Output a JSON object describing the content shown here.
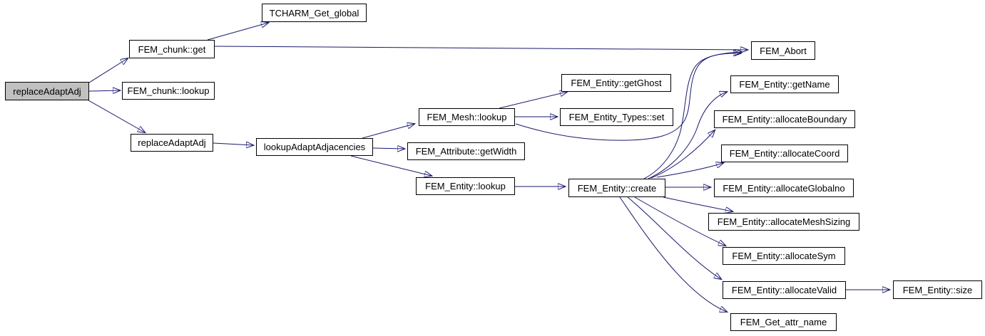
{
  "diagram": {
    "type": "call-graph",
    "root": "replaceAdaptAdj",
    "colors": {
      "background": "#ffffff",
      "edge": "#191970",
      "node_border": "#000000",
      "node_fill": "#ffffff",
      "root_node_fill": "#c0c0c0",
      "text": "#000000"
    },
    "nodes": [
      {
        "label": "replaceAdaptAdj"
      },
      {
        "label": "FEM_chunk::get"
      },
      {
        "label": "TCHARM_Get_global"
      },
      {
        "label": "FEM_chunk::lookup"
      },
      {
        "label": "replaceAdaptAdj"
      },
      {
        "label": "lookupAdaptAdjacencies"
      },
      {
        "label": "FEM_Mesh::lookup"
      },
      {
        "label": "FEM_Entity::getGhost"
      },
      {
        "label": "FEM_Entity_Types::set"
      },
      {
        "label": "FEM_Attribute::getWidth"
      },
      {
        "label": "FEM_Entity::lookup"
      },
      {
        "label": "FEM_Entity::create"
      },
      {
        "label": "FEM_Abort"
      },
      {
        "label": "FEM_Entity::getName"
      },
      {
        "label": "FEM_Entity::allocateBoundary"
      },
      {
        "label": "FEM_Entity::allocateCoord"
      },
      {
        "label": "FEM_Entity::allocateGlobalno"
      },
      {
        "label": "FEM_Entity::allocateMeshSizing"
      },
      {
        "label": "FEM_Entity::allocateSym"
      },
      {
        "label": "FEM_Entity::allocateValid"
      },
      {
        "label": "FEM_Entity::size"
      },
      {
        "label": "FEM_Get_attr_name"
      }
    ],
    "edges": [
      {
        "from": "replaceAdaptAdj",
        "to": "FEM_chunk::get"
      },
      {
        "from": "replaceAdaptAdj",
        "to": "FEM_chunk::lookup"
      },
      {
        "from": "replaceAdaptAdj",
        "to": "replaceAdaptAdj"
      },
      {
        "from": "FEM_chunk::get",
        "to": "TCHARM_Get_global"
      },
      {
        "from": "FEM_chunk::get",
        "to": "FEM_Abort"
      },
      {
        "from": "replaceAdaptAdj",
        "to": "lookupAdaptAdjacencies"
      },
      {
        "from": "lookupAdaptAdjacencies",
        "to": "FEM_Mesh::lookup"
      },
      {
        "from": "lookupAdaptAdjacencies",
        "to": "FEM_Attribute::getWidth"
      },
      {
        "from": "lookupAdaptAdjacencies",
        "to": "FEM_Entity::lookup"
      },
      {
        "from": "FEM_Mesh::lookup",
        "to": "FEM_Entity::getGhost"
      },
      {
        "from": "FEM_Mesh::lookup",
        "to": "FEM_Entity_Types::set"
      },
      {
        "from": "FEM_Mesh::lookup",
        "to": "FEM_Abort"
      },
      {
        "from": "FEM_Entity::lookup",
        "to": "FEM_Entity::create"
      },
      {
        "from": "FEM_Entity::create",
        "to": "FEM_Abort"
      },
      {
        "from": "FEM_Entity::create",
        "to": "FEM_Entity::getName"
      },
      {
        "from": "FEM_Entity::create",
        "to": "FEM_Entity::allocateBoundary"
      },
      {
        "from": "FEM_Entity::create",
        "to": "FEM_Entity::allocateCoord"
      },
      {
        "from": "FEM_Entity::create",
        "to": "FEM_Entity::allocateGlobalno"
      },
      {
        "from": "FEM_Entity::create",
        "to": "FEM_Entity::allocateMeshSizing"
      },
      {
        "from": "FEM_Entity::create",
        "to": "FEM_Entity::allocateSym"
      },
      {
        "from": "FEM_Entity::create",
        "to": "FEM_Entity::allocateValid"
      },
      {
        "from": "FEM_Entity::create",
        "to": "FEM_Get_attr_name"
      },
      {
        "from": "FEM_Entity::allocateValid",
        "to": "FEM_Entity::size"
      }
    ]
  }
}
